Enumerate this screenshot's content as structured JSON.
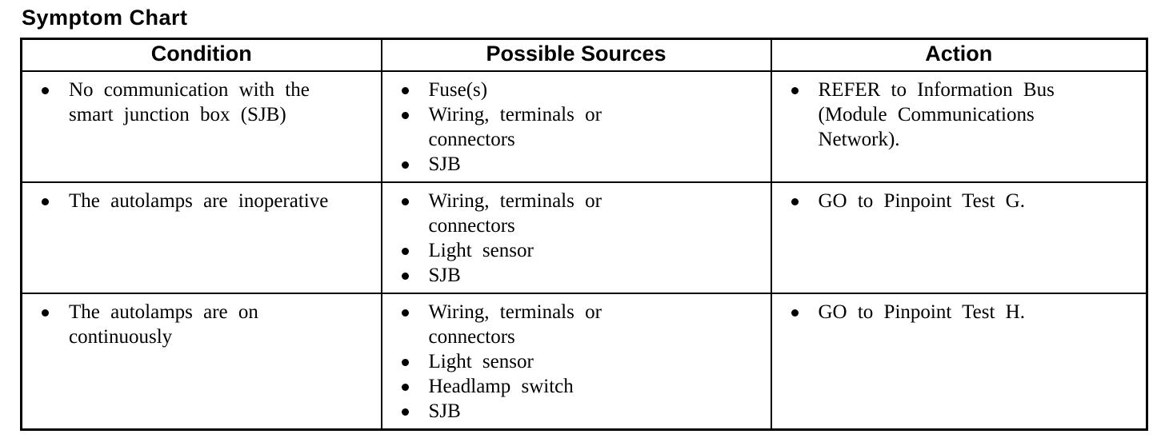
{
  "title": "Symptom Chart",
  "table": {
    "headers": [
      "Condition",
      "Possible Sources",
      "Action"
    ],
    "rows": [
      {
        "condition": [
          "No communication with the\nsmart junction box (SJB)"
        ],
        "sources": [
          "Fuse(s)",
          "Wiring, terminals or\nconnectors",
          "SJB"
        ],
        "action": [
          "REFER to Information Bus\n(Module Communications\nNetwork)."
        ]
      },
      {
        "condition": [
          "The autolamps are inoperative"
        ],
        "sources": [
          "Wiring, terminals or\nconnectors",
          "Light sensor",
          "SJB"
        ],
        "action": [
          "GO to Pinpoint Test G."
        ]
      },
      {
        "condition": [
          "The autolamps are on\ncontinuously"
        ],
        "sources": [
          "Wiring, terminals or\nconnectors",
          "Light sensor",
          "Headlamp switch",
          "SJB"
        ],
        "action": [
          "GO to Pinpoint Test H."
        ]
      }
    ]
  },
  "colors": {
    "text": "#000000",
    "background": "#ffffff",
    "border": "#000000"
  }
}
